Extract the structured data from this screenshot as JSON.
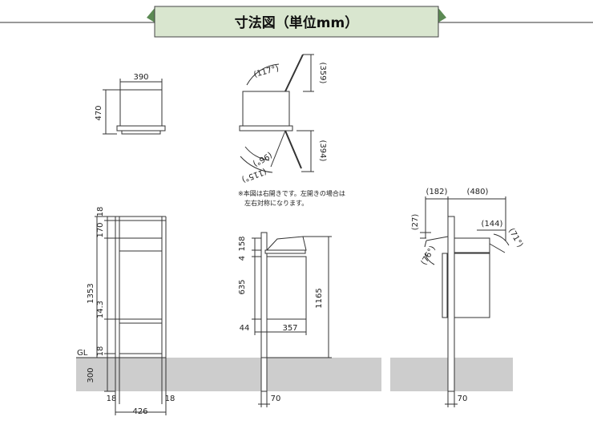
{
  "header": {
    "title": "寸法図（単位mm）",
    "banner_color": "#d9e6cf",
    "accent_color": "#5c8a54"
  },
  "ground_fill": "#cdcdcd",
  "top_view": {
    "width_label": "390",
    "height_label": "470"
  },
  "side_open_view": {
    "lid_angle": "(117°)",
    "lid_rise": "(359)",
    "door_drop": "(394)",
    "door_angle_inner": "(96°)",
    "door_angle_outer": "(115°)"
  },
  "note": {
    "line1": "※本図は右開きです。左開きの場合は",
    "line2": "左右対称になります。"
  },
  "front_view": {
    "top_gap": "18",
    "upper": "170",
    "total": "1353",
    "mid": "14.3",
    "gl_gap": "18",
    "gl_label": "GL",
    "underground": "300",
    "leg_left": "18",
    "leg_right": "18",
    "width": "426"
  },
  "side_view": {
    "top": "158",
    "slot": "4",
    "body": "635",
    "ground_height": "1165",
    "offset": "44",
    "depth": "357",
    "post": "70"
  },
  "open_side_view": {
    "back_reach": "(182)",
    "front_reach": "(480)",
    "back_drop": "(27)",
    "lid_reach": "(144)",
    "lid_angle": "(71°)",
    "back_angle": "(76°)",
    "post": "70"
  }
}
